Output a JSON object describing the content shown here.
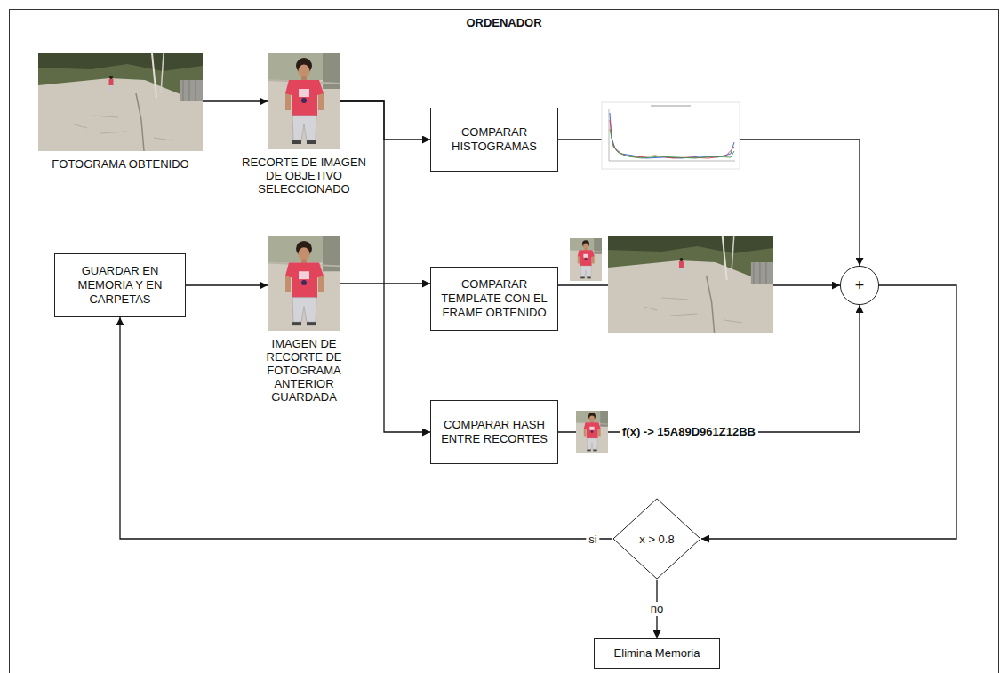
{
  "diagram": {
    "nodes": [
      {
        "text": [
          "ORDENADOR"
        ]
      },
      {
        "text": [
          "FOTOGRAMA OBTENIDO"
        ],
        "in": 0
      },
      {
        "text": [
          "RECORTE DE IMAGEN DE OBJETIVO SELECCIONADO"
        ],
        "in": 0
      },
      {
        "text": [
          "COMPARAR HISTOGRAMAS"
        ],
        "in": 0
      },
      {
        "text": [
          "GUARDAR EN MEMORIA Y EN CARPETAS"
        ],
        "in": 0
      },
      {
        "text": [
          "IMAGEN DE RECORTE DE FOTOGRAMA ANTERIOR GUARDADA"
        ],
        "in": 0
      },
      {
        "text": [
          "COMPARAR TEMPLATE CON EL FRAME OBTENIDO"
        ],
        "in": 0
      },
      {
        "text": [
          "COMPARAR HASH ENTRE RECORTES"
        ],
        "in": 0
      },
      {
        "text": [
          "+"
        ],
        "in": 0
      },
      {
        "text": [
          "x > 0.8"
        ],
        "in": 0
      },
      {
        "text": [
          "Elimina Memoria"
        ],
        "in": 0
      }
    ],
    "edges": [
      {
        "from": 1,
        "to": 2,
        "arrow": "to"
      },
      {
        "from": 2,
        "to": 3,
        "arrow": "to"
      },
      {
        "from": 2,
        "to": 7,
        "arrow": "to"
      },
      {
        "from": 4,
        "to": 5,
        "arrow": "to"
      },
      {
        "from": 5,
        "to": 6,
        "arrow": "to"
      },
      {
        "from": 3,
        "to": 8,
        "arrow": "to"
      },
      {
        "from": 6,
        "to": 8,
        "arrow": "to"
      },
      {
        "from": 7,
        "to": 8,
        "arrow": "to"
      },
      {
        "from": 8,
        "to": 9,
        "arrow": "to"
      },
      {
        "from": 9,
        "to": 4,
        "label": "si",
        "arrow": "to"
      },
      {
        "from": 9,
        "to": 10,
        "label": "no",
        "arrow": "to"
      }
    ],
    "labels": [
      "f(x) -> 15A89D961Z12BB"
    ]
  }
}
